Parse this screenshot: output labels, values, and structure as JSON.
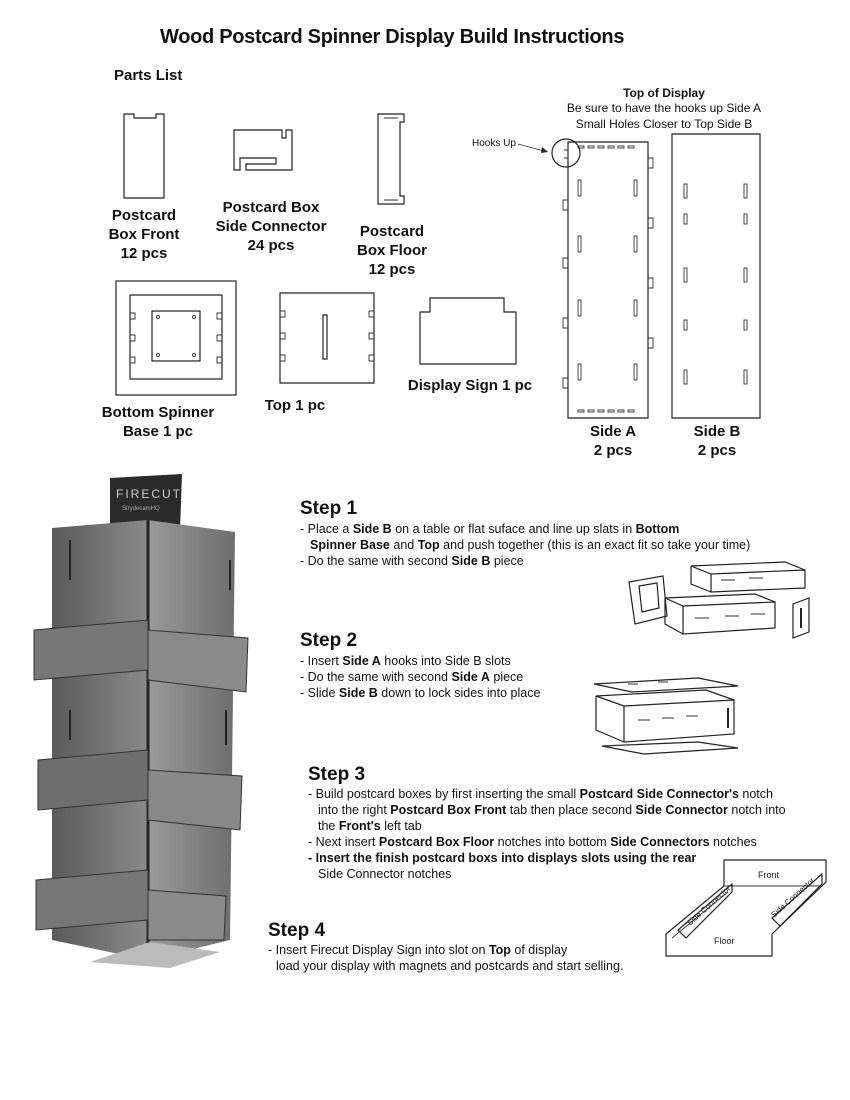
{
  "title": "Wood Postcard Spinner Display Build Instructions",
  "parts_list": {
    "heading": "Parts List",
    "items": [
      {
        "line1": "Postcard",
        "line2": "Box Front",
        "line3": "12 pcs"
      },
      {
        "line1": "Postcard Box",
        "line2": "Side Connector",
        "line3": "24 pcs"
      },
      {
        "line1": "Postcard",
        "line2": "Box Floor",
        "line3": "12 pcs"
      },
      {
        "line1": "Bottom  Spinner",
        "line2": "Base 1 pc"
      },
      {
        "line1": "Top 1 pc"
      },
      {
        "line1": "Display Sign 1 pc"
      }
    ]
  },
  "top_display": {
    "heading": "Top of Display",
    "note1": "Be sure to have the hooks up Side A",
    "note2": "Small Holes Closer to Top Side B",
    "hooks_label": "Hooks Up",
    "side_a": {
      "line1": "Side A",
      "line2": "2 pcs"
    },
    "side_b": {
      "line1": "Side B",
      "line2": "2 pcs"
    }
  },
  "photo": {
    "sign_brand": "FIRECUT",
    "sign_sub": "StrydecamHQ"
  },
  "steps": {
    "s1": {
      "title": "Step 1",
      "l1a": "- Place a ",
      "l1b": "Side B",
      "l1c": " on a table or flat suface and line up slats in ",
      "l1d": "Bottom",
      "l2a": "Spinner Base",
      "l2b": " and ",
      "l2c": "Top",
      "l2d": " and push together (this is an exact fit so take your time)",
      "l3a": "- Do the same with second ",
      "l3b": "Side B",
      "l3c": " piece"
    },
    "s2": {
      "title": "Step 2",
      "l1a": "- Insert ",
      "l1b": "Side A",
      "l1c": " hooks into Side B slots",
      "l2a": "- Do the same with second ",
      "l2b": "Side A",
      "l2c": " piece",
      "l3a": "- Slide ",
      "l3b": "Side B",
      "l3c": " down to lock sides into place"
    },
    "s3": {
      "title": "Step 3",
      "l1a": "- Build postcard boxes by first inserting the small ",
      "l1b": "Postcard Side Connector's",
      "l1c": " notch",
      "l2a": "into the right ",
      "l2b": "Postcard Box Front",
      "l2c": " tab then place second ",
      "l2d": "Side Connector",
      "l2e": " notch into",
      "l3a": "the ",
      "l3b": "Front's",
      "l3c": " left tab",
      "l4a": "- Next insert ",
      "l4b": "Postcard Box Floor",
      "l4c": " notches into bottom ",
      "l4d": "Side Connectors",
      "l4e": " notches",
      "l5a": "- Insert the finish postcard boxs into displays slots using the rear",
      "l6a": "Side Connector notches"
    },
    "s4": {
      "title": "Step 4",
      "l1a": "- Insert Firecut Display Sign into slot on ",
      "l1b": "Top",
      "l1c": " of display",
      "l2a": "load your display with magnets and postcards and start selling."
    }
  },
  "box_diagram": {
    "front": "Front",
    "side_left": "Side Connector",
    "side_right": "Side Connector",
    "floor": "Floor"
  }
}
